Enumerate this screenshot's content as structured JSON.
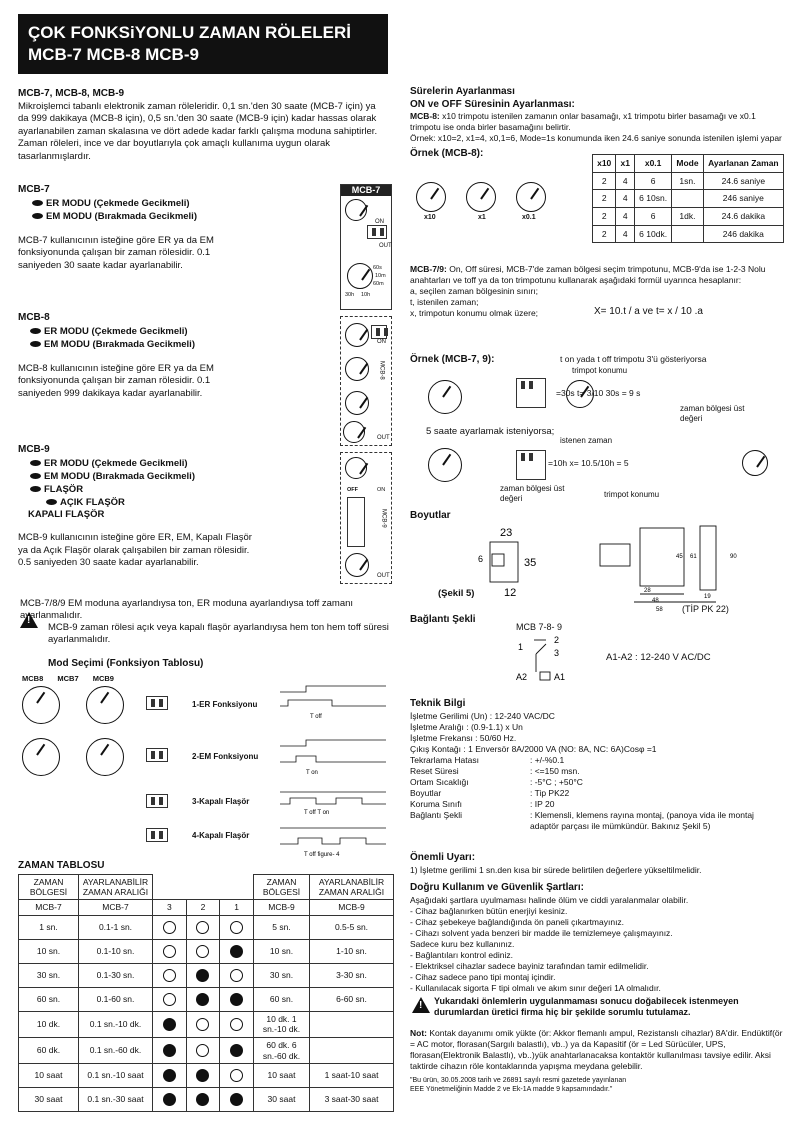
{
  "header": {
    "line1": "ÇOK FONKSiYONLU ZAMAN RÖLELERİ",
    "line2": "MCB-7 MCB-8 MCB-9"
  },
  "intro": {
    "title": "MCB-7, MCB-8, MCB-9",
    "text": "Mikroişlemci tabanlı elektronik zaman röleleridir.  0,1 sn.'den 30 saate (MCB-7 için) ya da 999 dakikaya (MCB-8 için), 0,5 sn.'den 30 saate (MCB-9 için) kadar hassas olarak ayarlanabilen zaman skalasına ve dört adede kadar farklı çalışma moduna sahiptirler. Zaman röleleri, ince ve dar boyutlarıyla çok amaçlı kullanıma uygun olarak tasarlanmışlardır."
  },
  "mcb7": {
    "title": "MCB-7",
    "modes": [
      "ER MODU (Çekmede Gecikmeli)",
      "EM MODU (Bırakmada Gecikmeli)"
    ],
    "text": "MCB-7 kullanıcının isteğine göre ER ya da EM fonksiyonunda çalışan bir zaman rölesidir. 0.1 saniyeden 30 saate kadar ayarlanabilir.",
    "panel_title": "MCB-7",
    "panel_labels": [
      "ON",
      "OUT",
      "60s",
      "10m",
      "60m",
      "30h",
      "10h"
    ]
  },
  "mcb8": {
    "title": "MCB-8",
    "modes": [
      "ER MODU (Çekmede Gecikmeli)",
      "EM MODU (Bırakmada Gecikmeli)"
    ],
    "text": "MCB-8 kullanıcının isteğine göre ER ya da EM fonksiyonunda çalışan bir zaman rölesidir. 0.1 saniyeden 999 dakikaya kadar ayarlanabilir.",
    "panel_labels": [
      "ON",
      "OUT",
      "MCB-8"
    ]
  },
  "mcb9": {
    "title": "MCB-9",
    "modes": [
      "ER MODU (Çekmede Gecikmeli)",
      "EM MODU (Bırakmada Gecikmeli)",
      "FLAŞÖR",
      "AÇIK FLAŞÖR",
      "KAPALI FLAŞÖR"
    ],
    "text": "MCB-9 kullanıcının isteğine göre ER, EM, Kapalı Flaşör ya da Açık Flaşör olarak çalışabilen bir zaman rölesidir. 0.5 saniyeden 30 saate kadar ayarlanabilir.",
    "panel_labels": [
      "OFF",
      "ON",
      "OUT",
      "MCB-9"
    ]
  },
  "warning_note": {
    "line1": "MCB-7/8/9 EM moduna ayarlandıysa ton, ER moduna ayarlandıysa toff zamanı ayarlanmalıdır.",
    "line2": "MCB-9 zaman rölesi açık veya kapalı flaşör ayarlandıysa hem ton hem toff süresi ayarlanmalıdır."
  },
  "mode_selection": {
    "title": "Mod Seçimi (Fonksiyon Tablosu)",
    "device_labels": [
      "MCB8",
      "MCB7",
      "MCB9"
    ],
    "rows": [
      {
        "label": "1-ER Fonksiyonu",
        "time": "T off"
      },
      {
        "label": "2-EM Fonksiyonu",
        "time": "T on"
      },
      {
        "label": "3-Kapalı Flaşör",
        "time": "T off   T on"
      },
      {
        "label": "4-Kapalı Flaşör",
        "time": "T off   figure- 4"
      }
    ]
  },
  "zaman_tablosu": {
    "title": "ZAMAN TABLOSU",
    "left_headers": [
      "ZAMAN BÖLGESİ",
      "AYARLANABİLİR ZAMAN ARALIĞI"
    ],
    "left_sub": [
      "MCB-7",
      "MCB-7"
    ],
    "switch_headers": [
      "3",
      "2",
      "1"
    ],
    "right_headers": [
      "ZAMAN BÖLGESİ",
      "AYARLANABİLİR ZAMAN ARALIĞI"
    ],
    "right_sub": [
      "MCB-9",
      "MCB-9"
    ],
    "rows": [
      {
        "zone": "1 sn.",
        "range": "0.1-1 sn.",
        "s": [
          0,
          0,
          0
        ],
        "zone9": "5 sn.",
        "range9": "0.5-5 sn."
      },
      {
        "zone": "10 sn.",
        "range": "0.1-10 sn.",
        "s": [
          0,
          0,
          1
        ],
        "zone9": "10 sn.",
        "range9": "1-10 sn."
      },
      {
        "zone": "30 sn.",
        "range": "0.1-30 sn.",
        "s": [
          0,
          1,
          0
        ],
        "zone9": "30 sn.",
        "range9": "3-30 sn."
      },
      {
        "zone": "60 sn.",
        "range": "0.1-60 sn.",
        "s": [
          0,
          1,
          1
        ],
        "zone9": "60 sn.",
        "range9": "6-60 sn."
      },
      {
        "zone": "10 dk.",
        "range": "0.1 sn.-10 dk.",
        "s": [
          1,
          0,
          0
        ],
        "zone9": "10 dk. 1 sn.-10 dk.",
        "range9": ""
      },
      {
        "zone": "60 dk.",
        "range": "0.1 sn.-60 dk.",
        "s": [
          1,
          0,
          1
        ],
        "zone9": "60 dk. 6 sn.-60 dk.",
        "range9": ""
      },
      {
        "zone": "10 saat",
        "range": "0.1 sn.-10 saat",
        "s": [
          1,
          1,
          0
        ],
        "zone9": "10 saat",
        "range9": "1 saat-10 saat"
      },
      {
        "zone": "30 saat",
        "range": "0.1 sn.-30 saat",
        "s": [
          1,
          1,
          1
        ],
        "zone9": "30 saat",
        "range9": "3 saat-30 saat"
      }
    ]
  },
  "sureler": {
    "title": "Sürelerin Ayarlanması",
    "subtitle": "ON ve OFF Süresinin Ayarlanması:",
    "mcb8_label": "MCB-8:",
    "mcb8_text": " x10 trimpotu istenilen zamanın onlar basamağı, x1 trimpotu birler basamağı ve x0.1 trimpotu ise onda birler basamağını belirtir.",
    "example_text": "Örnek: x10=2, x1=4, x0,1=6, Mode=1s konumunda iken 24.6 saniye sonunda istenilen işlemi yapar",
    "example_title": "Örnek (MCB-8):",
    "knob_labels": [
      "x10",
      "x1",
      "x0.1"
    ],
    "table_headers": [
      "x10",
      "x1",
      "x0.1",
      "Mode",
      "Ayarlanan Zaman"
    ],
    "table_rows": [
      [
        "2",
        "4",
        "6",
        "1sn.",
        "24.6 saniye"
      ],
      [
        "2",
        "4",
        "6 10sn.",
        "",
        "246 saniye"
      ],
      [
        "2",
        "4",
        "6",
        "1dk.",
        "24.6 dakika"
      ],
      [
        "2",
        "4",
        "6 10dk.",
        "",
        "246 dakika"
      ]
    ]
  },
  "mcb79": {
    "label": "MCB-7/9:",
    "text": " On, Off süresi, MCB-7'de zaman bölgesi seçim trimpotunu, MCB-9'da ise 1-2-3 Nolu anahtarları ve toff ya da ton trimpotunu kullanarak aşağıdaki formül uyarınca hesaplanır:",
    "vars": [
      "a, seçilen zaman bölgesinin sınırı;",
      "t, istenilen zaman;",
      "x, trimpotun konumu olmak üzere;"
    ],
    "formula": "X= 10.t / a   ve   t= x / 10 .a",
    "example_title": "Örnek (MCB-7, 9):",
    "example_note": "t on yada t off trimpotu 3'ü gösteriyorsa",
    "trimpot_konumu": "trimpot konumu",
    "calc1": "=30s    t= 3/10  30s = 9 s",
    "zaman_bolgesi": "zaman bölgesi üst değeri",
    "five_hours": "5 saate ayarlamak isteniyorsa;",
    "istenen": "istenen zaman",
    "calc2": "=10h     x= 10.5/10h = 5"
  },
  "boyutlar": {
    "title": "Boyutlar",
    "dims": [
      "23",
      "35",
      "6",
      "12",
      "45",
      "61",
      "90",
      "28",
      "48",
      "58",
      "19"
    ],
    "sekil": "(Şekil 5)",
    "tip": "(TİP PK 22)"
  },
  "baglanti": {
    "title": "Bağlantı Şekli",
    "device": "MCB 7-8-  9",
    "supply": "A1-A2 : 12-240 V   AC/DC",
    "terminals": [
      "2",
      "1",
      "3",
      "A2",
      "A1"
    ]
  },
  "teknik": {
    "title": "Teknik Bilgi",
    "lines": [
      "İşletme Gerilimi (Un)  : 12-240 VAC/DC",
      "İşletme Aralığı  : (0.9-1.1) x Un",
      "İşletme Frekansı   : 50/60 Hz.",
      "Çıkış Kontağı  : 1 Enversör 8A/2000 VA (NO: 8A, NC: 6A)Cosφ =1"
    ],
    "pairs": [
      [
        "Tekrarlama Hatası",
        ": +/-%0.1"
      ],
      [
        "Reset Süresi",
        ": <=150 msn."
      ],
      [
        "Ortam Sıcaklığı",
        ": -5°C ; +50°C"
      ],
      [
        "Boyutlar",
        ": Tip PK22"
      ],
      [
        "Koruma Sınıfı",
        ": IP 20"
      ],
      [
        "Bağlantı Şekli",
        ": Klemensli, klemens rayına montaj, (panoya vida ile montaj adaptör parçası ile mümkündür. Bakınız Şekil 5)"
      ]
    ]
  },
  "onemli": {
    "title": "Önemli Uyarı:",
    "text": "1) İşletme gerilimi 1 sn.den kısa bir sürede belirtilen değerlere yükseltilmelidir."
  },
  "guvenlik": {
    "title": "Doğru Kullanım ve Güvenlik Şartları:",
    "lines": [
      "Aşağıdaki şartlara uyulmaması halinde ölüm ve ciddi yaralanmalar olabilir.",
      "- Cihaz bağlanırken bütün enerjiyi kesiniz.",
      "- Cihaz şebekeye bağlandığında ön paneli çıkartmayınız.",
      "- Cihazı solvent yada benzeri bir madde ile temizlemeye çalışmayınız.",
      "  Sadece  kuru bez kullanınız.",
      "- Bağlantıları kontrol ediniz.",
      "- Elektriksel cihazlar sadece bayiniz tarafından tamir edilmelidir.",
      "- Cihaz sadece pano tipi montaj içindir.",
      "- Kullanılacak sigorta F tipi olmalı ve akım sınır değeri 1A olmalıdır."
    ],
    "warning": "Yukarıdaki önlemlerin uygulanmaması sonucu doğabilecek istenmeyen durumlardan üretici firma hiç bir şekilde sorumlu tutulamaz."
  },
  "not": {
    "label": "Not:",
    "text": " Kontak dayanımı omik yükte (ör: Akkor flemanlı ampul, Rezistanslı cihazlar) 8A'dir. Endüktif(ör = AC motor, florasan(Sargılı balastlı), vb..) ya da Kapasitif (ör = Led Sürücüler, UPS, florasan(Elektronik Balastlı), vb..)yük anahtarlanacaksa kontaktör kullanılması tavsiye edilir. Aksi taktirde cihazın röle kontaklarında yapışma meydana gelebilir."
  },
  "footer": {
    "line1": "\"Bu ürün, 30.05.2008 tarih ve 26891 sayılı resmi gazetede yayınlanan",
    "line2": "EEE Yönetmeliğinin Madde 2 ve Ek-1A madde 9 kapsamındadır.\""
  }
}
